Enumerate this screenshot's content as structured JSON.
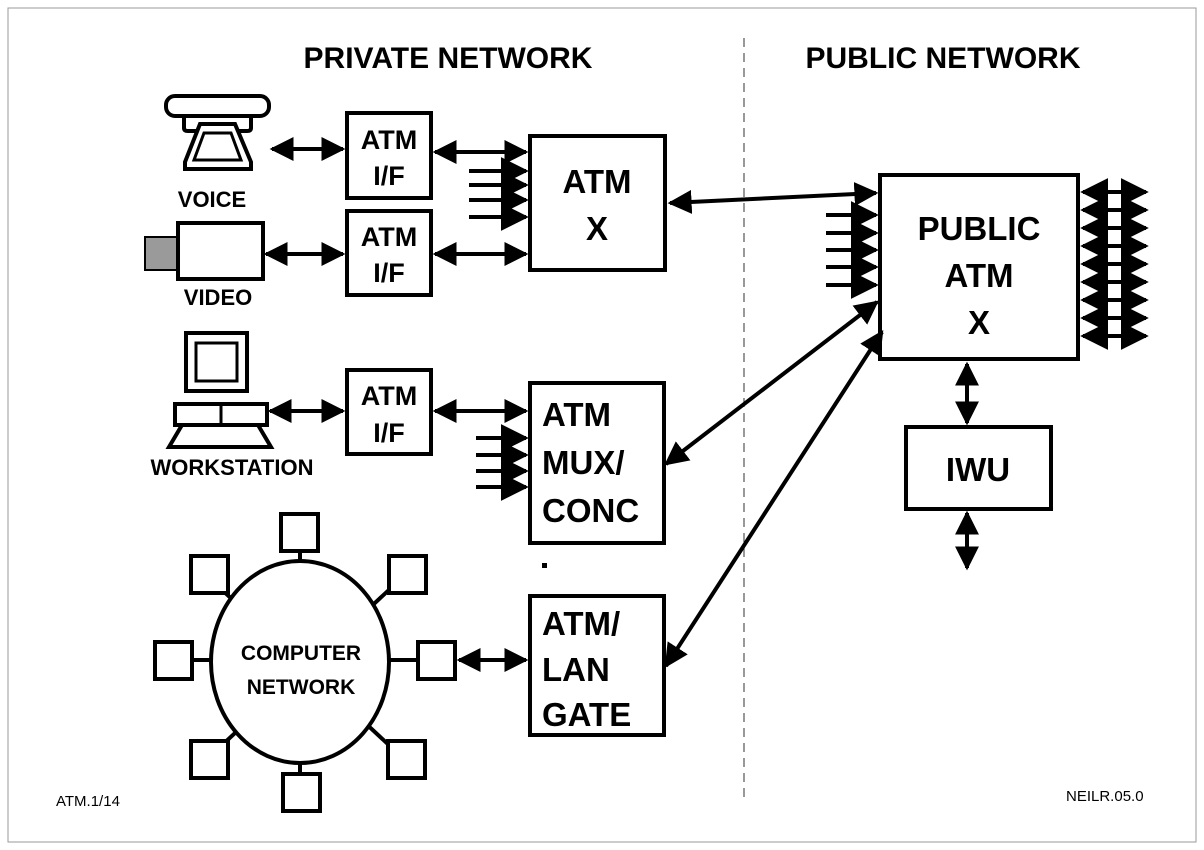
{
  "headers": {
    "private": "PRIVATE NETWORK",
    "public": "PUBLIC NETWORK"
  },
  "devices": {
    "voice": "VOICE",
    "video": "VIDEO",
    "workstation": "WORKSTATION"
  },
  "interfaces": [
    {
      "line1": "ATM",
      "line2": "I/F"
    },
    {
      "line1": "ATM",
      "line2": "I/F"
    },
    {
      "line1": "ATM",
      "line2": "I/F"
    }
  ],
  "atm_switch": {
    "line1": "ATM",
    "line2": "X"
  },
  "mux": {
    "line1": "ATM",
    "line2": "MUX/",
    "line3": "CONC"
  },
  "lan_gate": {
    "line1": "ATM/",
    "line2": "LAN",
    "line3": "GATE"
  },
  "public_switch": {
    "line1": "PUBLIC",
    "line2": "ATM",
    "line3": "X"
  },
  "iwu": "IWU",
  "computer_network": {
    "line1": "COMPUTER",
    "line2": "NETWORK"
  },
  "footer": {
    "left_code": "ATM.1/14",
    "right_code": "NEILR.05.0"
  },
  "colors": {
    "ink": "#000000",
    "background": "#ffffff",
    "camera_lens": "#9a9a9a"
  }
}
